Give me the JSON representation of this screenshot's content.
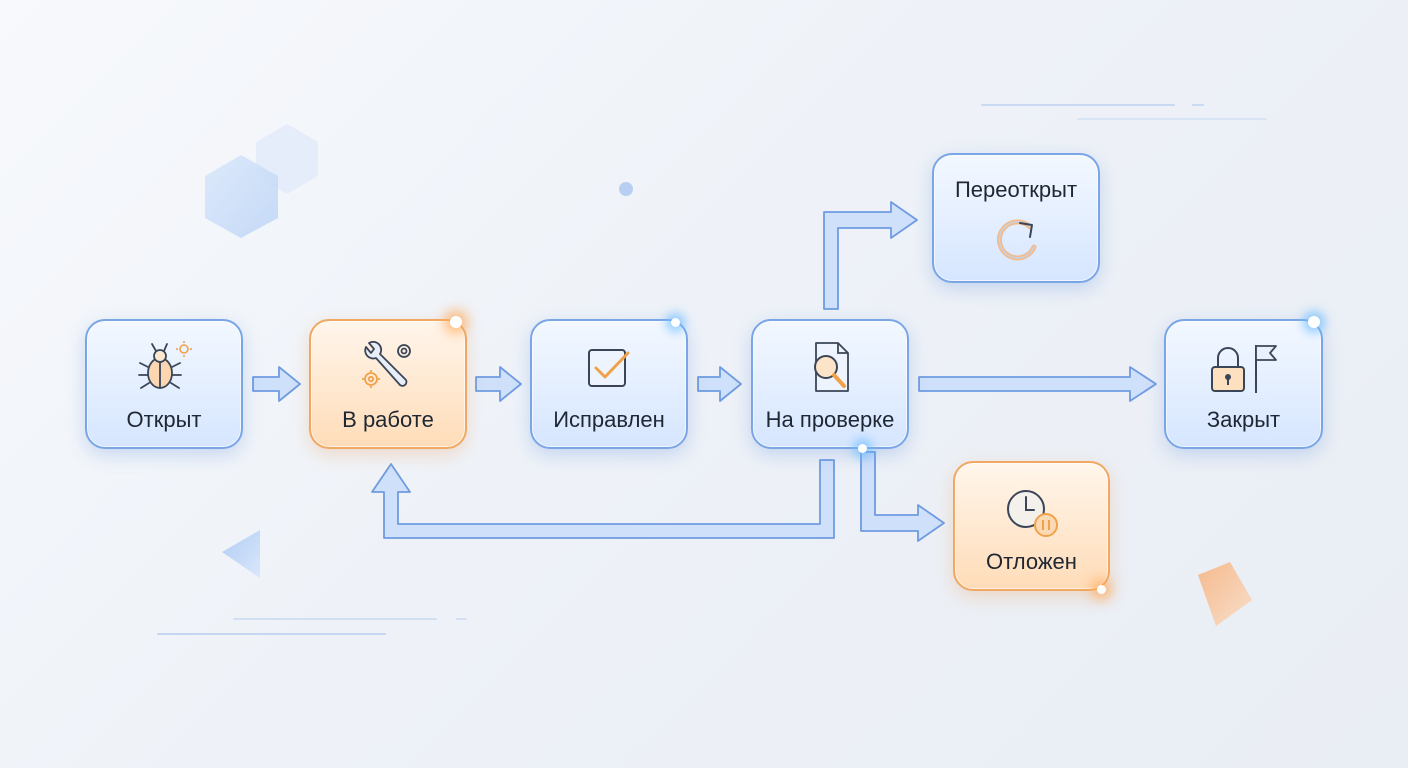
{
  "nodes": {
    "open": "Открыт",
    "in_progress": "В работе",
    "fixed": "Исправлен",
    "review": "На проверке",
    "reopened": "Переоткрыт",
    "closed": "Закрыт",
    "postponed": "Отложен"
  },
  "icons": {
    "open": "bug-icon",
    "in_progress": "wrench-gears-icon",
    "fixed": "checkbox-icon",
    "review": "document-search-icon",
    "reopened": "redo-arrow-icon",
    "closed": "padlock-flag-icon",
    "postponed": "clock-pause-icon"
  },
  "colors": {
    "blue_node": "#d6e6ff",
    "orange_node": "#ffdcb8",
    "arrow": "#8fb4ee",
    "accent_orange": "#f0a862"
  }
}
